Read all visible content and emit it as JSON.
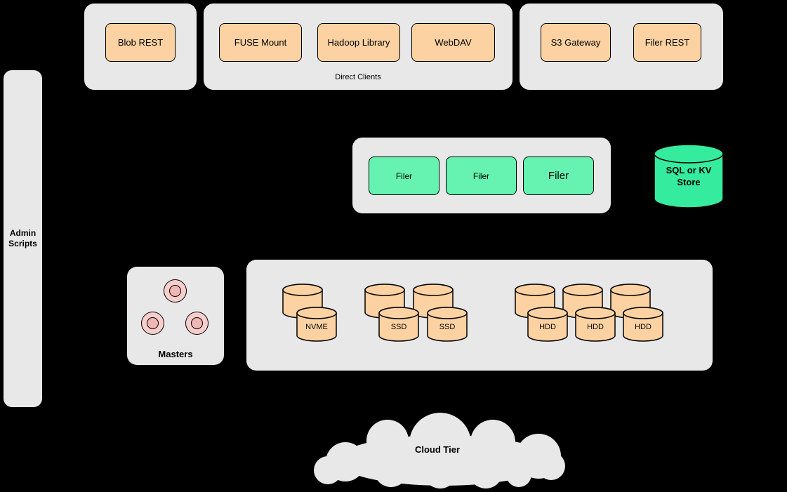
{
  "colors": {
    "background": "#000000",
    "panel_gray": "#e8e8e8",
    "node_orange": "#fcd2a2",
    "node_green": "#66f2b0",
    "store_green": "#35eb9e",
    "master_pink": "#f8cecc"
  },
  "top_row": {
    "blob_group": {
      "nodes": [
        {
          "label": "Blob REST"
        }
      ]
    },
    "direct_clients_group": {
      "caption": "Direct Clients",
      "nodes": [
        {
          "label": "FUSE Mount"
        },
        {
          "label": "Hadoop Library"
        },
        {
          "label": "WebDAV"
        }
      ]
    },
    "gateway_group": {
      "nodes": [
        {
          "label": "S3 Gateway"
        },
        {
          "label": "Filer REST"
        }
      ]
    }
  },
  "admin_sidebar": {
    "label": "Admin Scripts"
  },
  "filer_cluster": {
    "nodes": [
      {
        "label": "Filer"
      },
      {
        "label": "Filer"
      },
      {
        "label": "Filer"
      }
    ]
  },
  "metadata_store": {
    "label": "SQL or KV Store"
  },
  "masters": {
    "label": "Masters"
  },
  "volume_servers": {
    "nvme": {
      "labels": [
        "NVME"
      ]
    },
    "ssd": {
      "labels": [
        "SSD",
        "SSD"
      ]
    },
    "hdd": {
      "labels": [
        "HDD",
        "HDD",
        "HDD"
      ]
    }
  },
  "cloud_tier": {
    "label": "Cloud Tier"
  }
}
